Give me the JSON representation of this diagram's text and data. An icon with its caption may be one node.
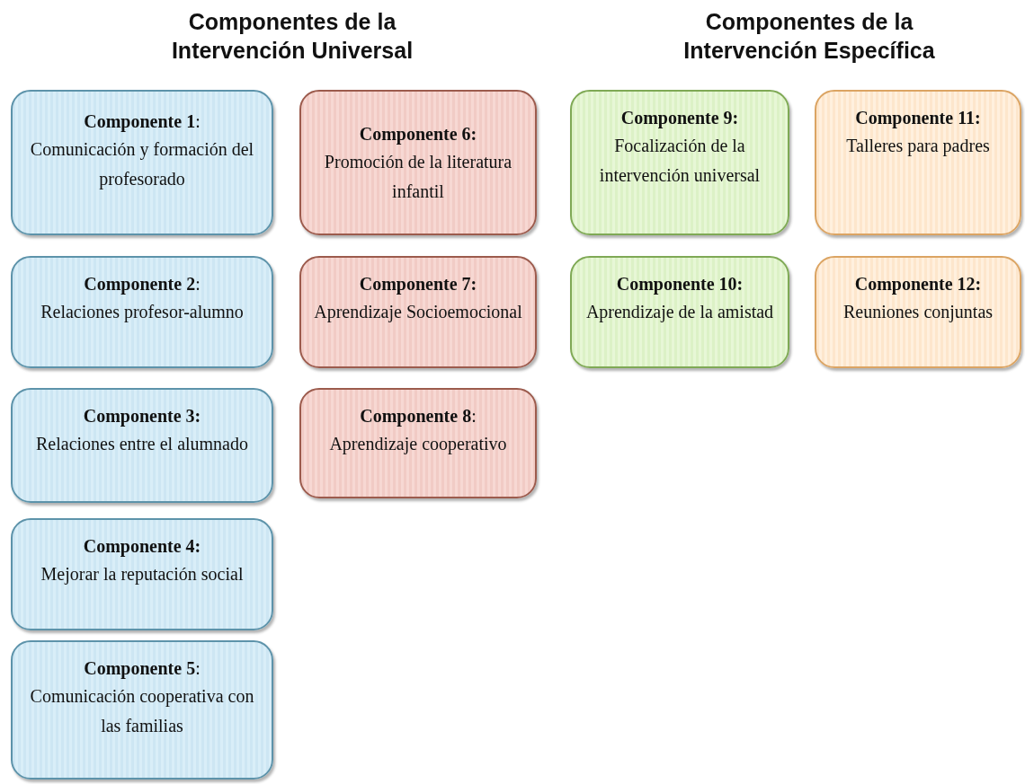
{
  "diagram": {
    "nodes": [
      {
        "text": [
          "**Componente 1**:",
          "Comunicación y formación del profesorado"
        ]
      },
      {
        "text": [
          "**Componente 2**:",
          "Relaciones profesor-alumno"
        ]
      },
      {
        "text": [
          "Componente 3:",
          "Relaciones entre el alumnado"
        ]
      },
      {
        "text": [
          "Componente 4:",
          "Mejorar la reputación social"
        ]
      },
      {
        "text": [
          "**Componente 5**:",
          "Comunicación cooperativa con las familias"
        ]
      },
      {
        "text": [
          "Componente 6:",
          "Promoción de la literatura infantil"
        ]
      },
      {
        "text": [
          "Componente 7:",
          "Aprendizaje Socioemocional"
        ]
      },
      {
        "text": [
          "**Componente 8**:",
          "Aprendizaje cooperativo"
        ]
      },
      {
        "text": [
          "Componente 9:",
          "Focalización de la intervención universal"
        ]
      },
      {
        "text": [
          "Componente 10:",
          "Aprendizaje de la amistad"
        ]
      },
      {
        "text": [
          "Componente 11:",
          "Talleres para padres"
        ]
      },
      {
        "text": [
          "Componente 12:",
          "Reuniones conjuntas"
        ]
      }
    ],
    "labels": [
      "Componentes de la Intervención Universal",
      "Componentes de la Intervención Específica"
    ]
  }
}
